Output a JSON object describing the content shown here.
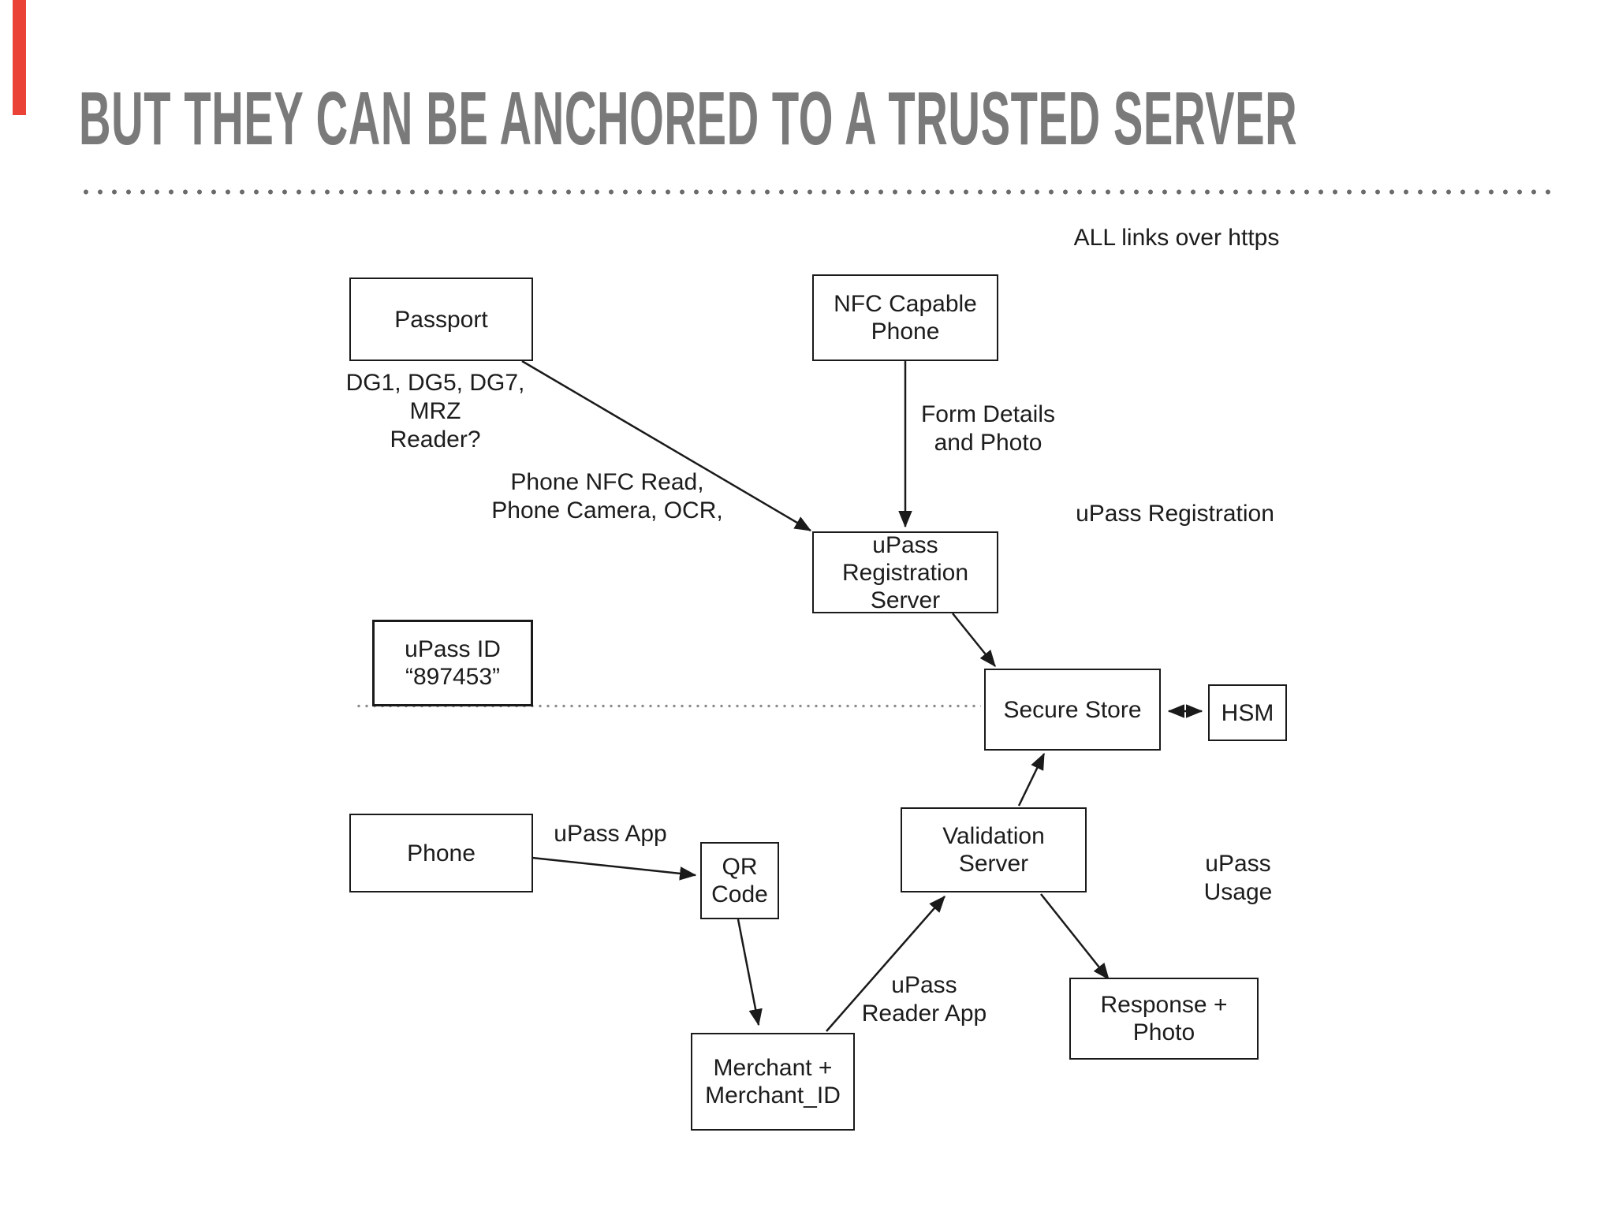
{
  "slide": {
    "title": "BUT THEY CAN BE ANCHORED TO A TRUSTED SERVER",
    "title_color": "#7a7a7a",
    "accent_color": "#ea4335"
  },
  "labels": {
    "https_note": [
      "ALL links over https"
    ],
    "passport_data": [
      "DG1, DG5, DG7, MRZ",
      "Reader?"
    ],
    "phone_read": [
      "Phone NFC Read,",
      "Phone Camera, OCR,"
    ],
    "form_details": [
      "Form Details",
      "and Photo"
    ],
    "registration_section": [
      "uPass Registration"
    ],
    "upass_app": [
      "uPass App"
    ],
    "usage_section": [
      "uPass",
      "Usage"
    ],
    "reader_app": [
      "uPass",
      "Reader App"
    ]
  },
  "nodes": {
    "passport": {
      "lines": [
        "Passport"
      ]
    },
    "nfc_phone": {
      "lines": [
        "NFC Capable",
        "Phone"
      ]
    },
    "reg_server": {
      "lines": [
        "uPass",
        "Registration",
        "Server"
      ]
    },
    "upass_id": {
      "lines": [
        "uPass ID",
        "“897453”"
      ]
    },
    "secure_store": {
      "lines": [
        "Secure Store"
      ]
    },
    "hsm": {
      "lines": [
        "HSM"
      ]
    },
    "phone": {
      "lines": [
        "Phone"
      ]
    },
    "qr_code": {
      "lines": [
        "QR",
        "Code"
      ]
    },
    "validation_server": {
      "lines": [
        "Validation",
        "Server"
      ]
    },
    "response_photo": {
      "lines": [
        "Response +",
        "Photo"
      ]
    },
    "merchant": {
      "lines": [
        "Merchant +",
        "Merchant_ID"
      ]
    }
  }
}
